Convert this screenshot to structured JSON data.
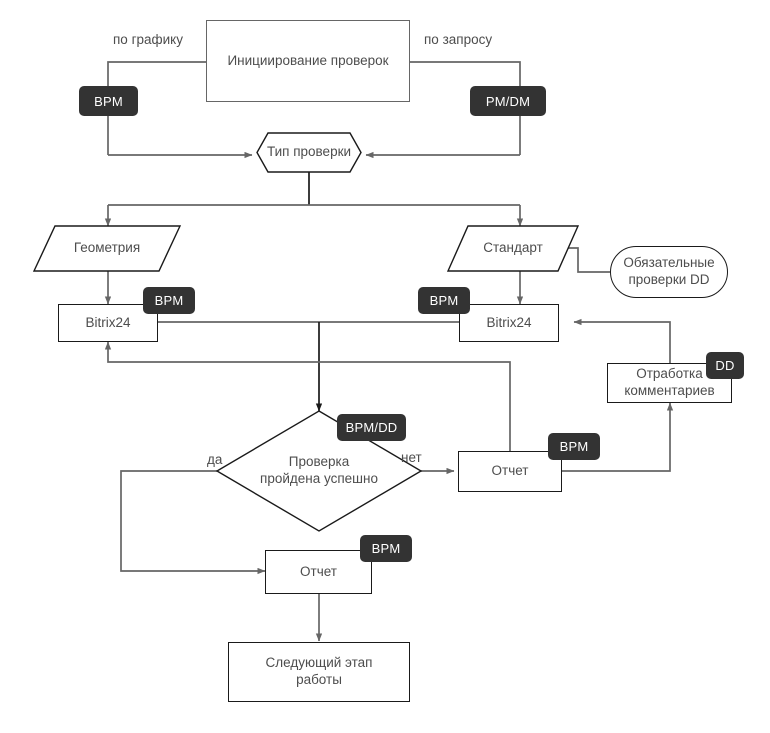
{
  "diagram": {
    "title_box": {
      "label": "Инициирование проверок"
    },
    "edge_labels": {
      "by_schedule": "по графику",
      "by_request": "по запросу",
      "yes": "да",
      "no": "нет"
    },
    "nodes": {
      "check_type": "Тип проверки",
      "geometry": "Геометрия",
      "standard": "Стандарт",
      "mandatory_dd": "Обязательные\nпроверки DD",
      "bitrix_left": "Bitrix24",
      "bitrix_right": "Bitrix24",
      "decision": "Проверка\nпройдена успешно",
      "report_middle": "Отчет",
      "report_bottom": "Отчет",
      "comments_work": "Отработка\nкомментариев",
      "next_stage": "Следующий этап\nработы"
    },
    "badges": {
      "bpm_top_left": "BPM",
      "pmdm_top_right": "PM/DM",
      "bpm_bitrix_left": "BPM",
      "bpm_bitrix_right": "BPM",
      "bpm_dd_decision": "BPM/DD",
      "bpm_report_middle": "BPM",
      "bpm_report_bottom": "BPM",
      "dd_comments": "DD"
    },
    "colors": {
      "stroke_dark": "#1a1a1a",
      "stroke_light": "#666666",
      "badge_bg": "#333333",
      "badge_text": "#ffffff",
      "text": "#4d4d4d",
      "background": "#ffffff"
    }
  }
}
